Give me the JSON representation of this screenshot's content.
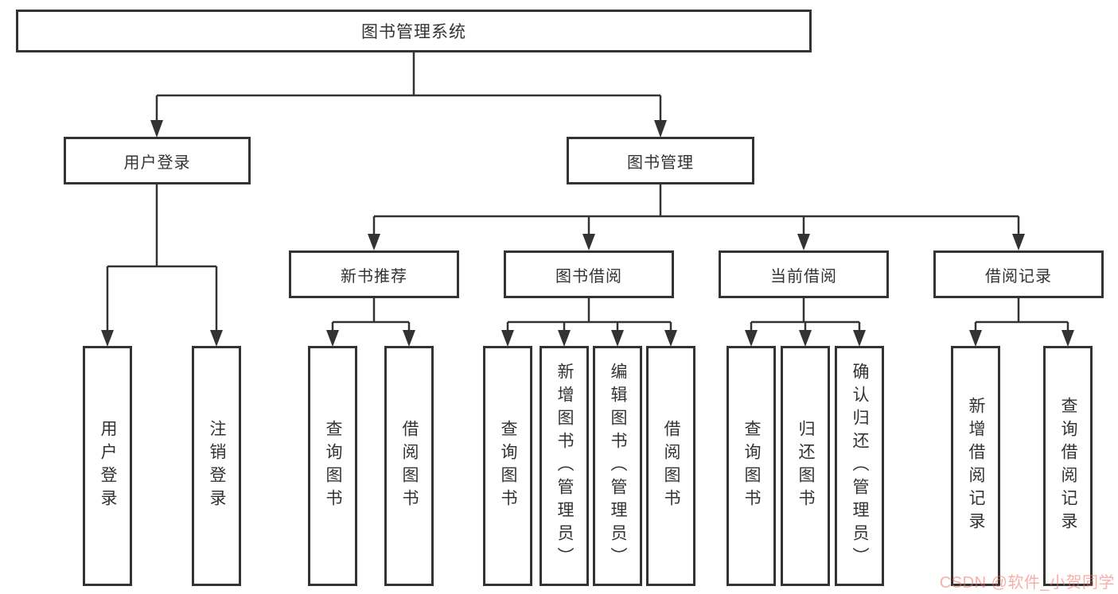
{
  "diagram": {
    "root": "图书管理系统",
    "level2": [
      "用户登录",
      "图书管理"
    ],
    "level3": [
      "新书推荐",
      "图书借阅",
      "当前借阅",
      "借阅记录"
    ],
    "leaves": {
      "user_login": [
        "用户登录",
        "注销登录"
      ],
      "new_book": [
        "查询图书",
        "借阅图书"
      ],
      "book_borrow": [
        "查询图书",
        "新增图书（管理员）",
        "编辑图书（管理员）",
        "借阅图书"
      ],
      "current_borrow": [
        "查询图书",
        "归还图书",
        "确认归还（管理员）"
      ],
      "borrow_record": [
        "新增借阅记录",
        "查询借阅记录"
      ]
    }
  },
  "watermark": "CSDN @软件_小贺同学",
  "colors": {
    "line": "#333333",
    "text": "#333333",
    "background": "#ffffff",
    "watermark": "#f2a49b"
  }
}
